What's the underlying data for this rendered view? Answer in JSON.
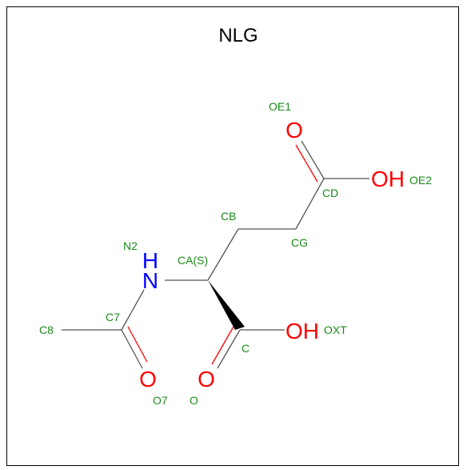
{
  "title": "NLG",
  "colors": {
    "label": "#1a8a1a",
    "oxygen": "#ff0000",
    "nitrogen": "#0000ff",
    "carbon_bond": "#555555",
    "frame": "#000000"
  },
  "element_symbols": {
    "oe1": "O",
    "oe2": "OH",
    "n": "H N",
    "nh": "H",
    "nn": "N",
    "o7": "O",
    "o": "O",
    "oxt": "OH"
  },
  "atom_labels": {
    "oe1": "OE1",
    "oe2": "OE2",
    "cd": "CD",
    "cb": "CB",
    "cg": "CG",
    "n2": "N2",
    "ca": "CA(S)",
    "c7": "C7",
    "c8": "C8",
    "c": "C",
    "oxt": "OXT",
    "o7": "O7",
    "o": "O"
  }
}
